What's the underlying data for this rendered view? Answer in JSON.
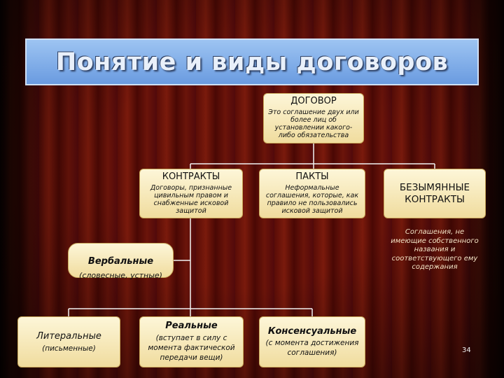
{
  "title": "Понятие и виды договоров",
  "root": {
    "label": "ДОГОВОР",
    "description": "Это соглашение двух или более лиц об установлении какого-либо обязательства"
  },
  "contracts": {
    "label": "КОНТРАКТЫ",
    "description": "Договоры, признанные цивильным правом и снабженные исковой защитой"
  },
  "pacts": {
    "label": "ПАКТЫ",
    "description": "Неформальные соглашения, которые, как правило не пользовались исковой защитой"
  },
  "unnamed": {
    "label": "БЕЗЫМЯННЫЕ КОНТРАКТЫ",
    "description": "Соглашения, не имеющие собственного названия и соответствующего ему содержания"
  },
  "verbal": {
    "label": "Вербальные",
    "description": "(словесные, устные)"
  },
  "literal": {
    "label": "Литеральные",
    "description": "(письменные)"
  },
  "real": {
    "label": "Реальные",
    "description": "(вступает в силу с момента фактической передачи вещи)"
  },
  "consensual": {
    "label": "Консенсуальные",
    "description": "(с момента достижения соглашения)"
  },
  "slide_number": "34"
}
